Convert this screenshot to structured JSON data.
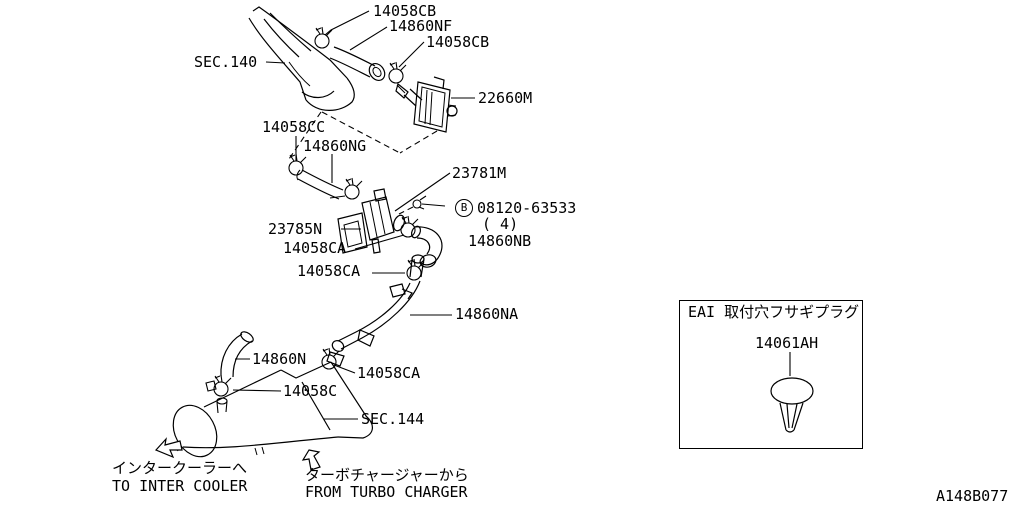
{
  "background": "#ffffff",
  "line_color": "#000000",
  "callouts": {
    "clamp_cb_1": "14058CB",
    "hose_nf": "14860NF",
    "clamp_cb_2": "14058CB",
    "sec_140": "SEC.140",
    "valve_22660m": "22660M",
    "clamp_cc_1": "14058CC",
    "hose_ng": "14860NG",
    "valve_23781m": "23781M",
    "bolt_prefix": "B",
    "bolt_number": "08120-63533",
    "bolt_qty": "( 4)",
    "bracket_23785n": "23785N",
    "clamp_ca_1": "14058CA",
    "hose_nb": "14860NB",
    "clamp_ca_2": "14058CA",
    "pipe_na": "14860NA",
    "hose_n": "14860N",
    "clamp_ca_3": "14058CA",
    "clamp_c": "14058C",
    "sec_144": "SEC.144"
  },
  "notes": {
    "to_intercooler_jp": "インタークーラーへ",
    "to_intercooler_en": "TO INTER COOLER",
    "from_turbo_jp": "ターボチャージャーから",
    "from_turbo_en": "FROM TURBO CHARGER"
  },
  "inset": {
    "title": "EAI 取付穴フサギプラグ",
    "part_number": "14061AH"
  },
  "diagram_code": "A148B077"
}
